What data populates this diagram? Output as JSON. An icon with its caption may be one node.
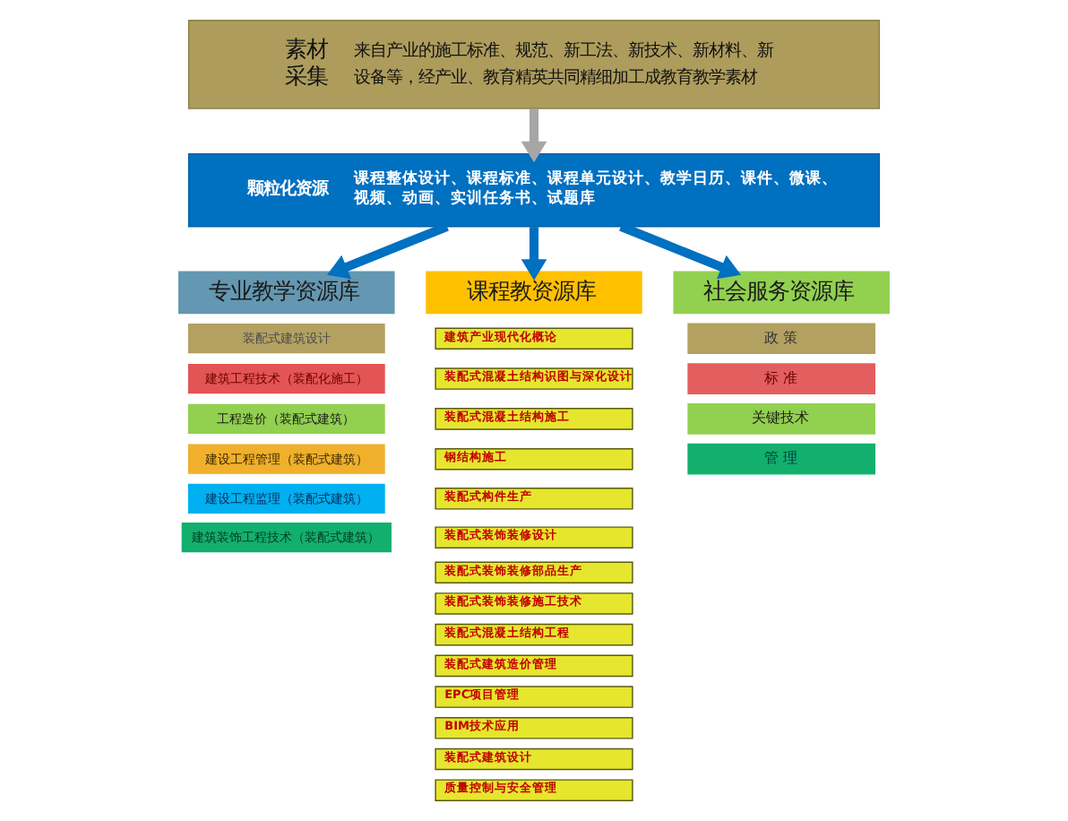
{
  "diagram": {
    "nodes": [
      {
        "text": [
          "素材采集",
          "来自产业的施工标准、规范、新工法、新技术、新材料、新设备等，经产业、教育精英共同精细加工成教育教学素材"
        ]
      },
      {
        "text": [
          "颗粒化资源",
          "课程整体设计、课程标准、课程单元设计、教学日历、课件、微课、视频、动画、实训任务书、试题库"
        ]
      },
      {
        "text": [
          "专业教学资源库"
        ]
      },
      {
        "text": [
          "装配式建筑设计"
        ]
      },
      {
        "text": [
          "建筑工程技术（装配化施工）"
        ]
      },
      {
        "text": [
          "工程造价（装配式建筑）"
        ]
      },
      {
        "text": [
          "建设工程管理（装配式建筑）"
        ]
      },
      {
        "text": [
          "建设工程监理（装配式建筑）"
        ]
      },
      {
        "text": [
          "建筑装饰工程技术（装配式建筑）"
        ]
      },
      {
        "text": [
          "课程教资源库"
        ]
      },
      {
        "text": [
          "建筑产业现代化概论"
        ]
      },
      {
        "text": [
          "装配式混凝土结构识图与深化设计"
        ]
      },
      {
        "text": [
          "装配式混凝土结构施工"
        ]
      },
      {
        "text": [
          "钢结构施工"
        ]
      },
      {
        "text": [
          "装配式构件生产"
        ]
      },
      {
        "text": [
          "装配式装饰装修设计"
        ]
      },
      {
        "text": [
          "装配式装饰装修部品生产"
        ]
      },
      {
        "text": [
          "装配式装饰装修施工技术"
        ]
      },
      {
        "text": [
          "装配式混凝土结构工程"
        ]
      },
      {
        "text": [
          "装配式建筑造价管理"
        ]
      },
      {
        "text": [
          "EPC项目管理"
        ]
      },
      {
        "text": [
          "BIM技术应用"
        ]
      },
      {
        "text": [
          "装配式建筑设计"
        ]
      },
      {
        "text": [
          "质量控制与安全管理"
        ]
      },
      {
        "text": [
          "社会服务资源库"
        ]
      },
      {
        "text": [
          "政 策"
        ]
      },
      {
        "text": [
          "标 准"
        ]
      },
      {
        "text": [
          "关键技术"
        ]
      },
      {
        "text": [
          "管 理"
        ]
      }
    ],
    "edges": [
      {
        "from": 0,
        "to": 1,
        "arrow": "to",
        "color": "#a6a6a6"
      },
      {
        "from": 1,
        "to": 2,
        "arrow": "to"
      },
      {
        "from": 1,
        "to": 9,
        "arrow": "to"
      },
      {
        "from": 1,
        "to": 24,
        "arrow": "to"
      }
    ]
  }
}
